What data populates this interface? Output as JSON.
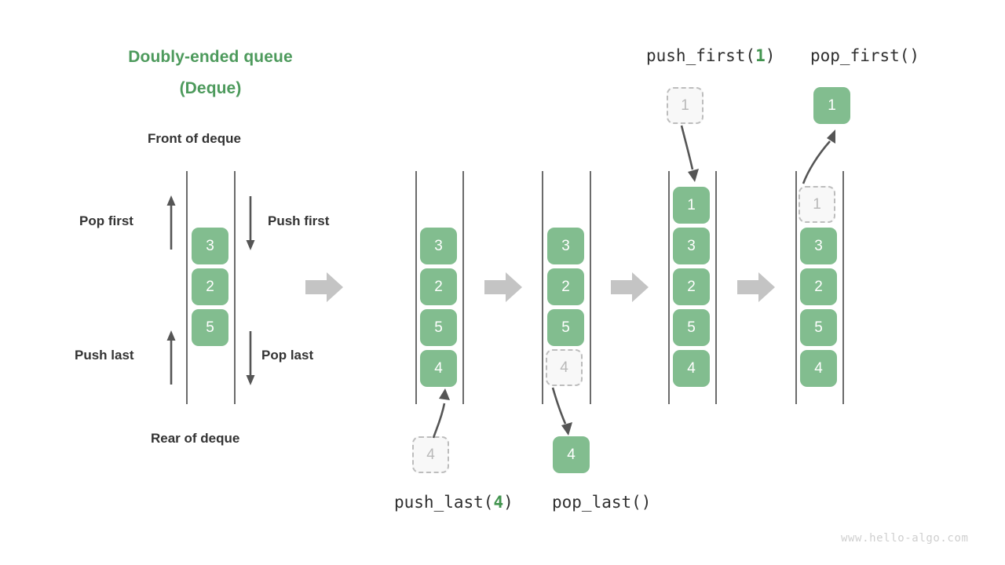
{
  "title": {
    "line1": "Doubly-ended queue",
    "line2": "(Deque)"
  },
  "labels": {
    "front": "Front of deque",
    "rear": "Rear of deque",
    "pop_first": "Pop first",
    "push_first": "Push first",
    "push_last": "Push last",
    "pop_last": "Pop last"
  },
  "operations": {
    "push_first": {
      "name": "push_first(",
      "arg": "1",
      "close": ")"
    },
    "pop_first": {
      "name": "pop_first()",
      "arg": "",
      "close": ""
    },
    "push_last": {
      "name": "push_last(",
      "arg": "4",
      "close": ")"
    },
    "pop_last": {
      "name": "pop_last()",
      "arg": "",
      "close": ""
    }
  },
  "colors": {
    "title_green": "#4d9a5c",
    "cell_green": "#82bd8f",
    "ghost_fill": "#f8f8f8",
    "ghost_border": "#bdbdbd",
    "ghost_text": "#b9b9b9",
    "rail": "#4a4a4a",
    "flow_arrow": "#c4c4c4",
    "thin_arrow": "#555555",
    "text_dark": "#333333",
    "watermark": "#cfcfcf"
  },
  "stages": [
    {
      "id": "initial",
      "cells": [
        "3",
        "2",
        "5"
      ],
      "ghost_index": -1
    },
    {
      "id": "before-push-last",
      "cells": [
        "3",
        "2",
        "5",
        "4"
      ],
      "ghost_index": -1
    },
    {
      "id": "after-push-last",
      "cells": [
        "3",
        "2",
        "5",
        "4"
      ],
      "ghost_index": 3
    },
    {
      "id": "after-push-first",
      "cells": [
        "1",
        "3",
        "2",
        "5",
        "4"
      ],
      "ghost_index": -1
    },
    {
      "id": "after-pop-first",
      "cells": [
        "1",
        "3",
        "2",
        "5",
        "4"
      ],
      "ghost_index": 0
    }
  ],
  "detached_cells": {
    "push_last_source": "4",
    "pop_last_result": "4",
    "push_first_source": "1",
    "pop_first_result": "1"
  },
  "watermark": "www.hello-algo.com"
}
